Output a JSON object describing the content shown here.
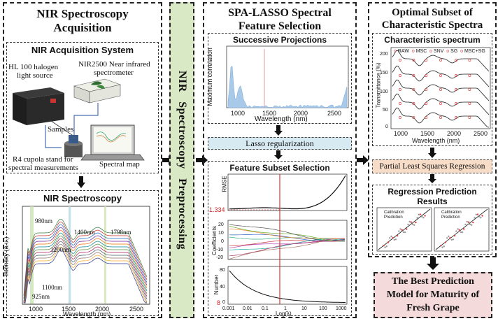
{
  "panel1": {
    "title_line1": "NIR Spectroscopy",
    "title_line2": "Acquisition",
    "system_title": "NIR Acquisition System",
    "halogen_label_1": "HL 100 halogen",
    "halogen_label_2": "light source",
    "nir2500_label_1": "NIR2500 Near infrared",
    "nir2500_label_2": "spectrometer",
    "samples_label": "Samples",
    "cupola_label_1": "R4 cupola stand for",
    "cupola_label_2": "spectral measurements",
    "spectral_map_label": "Spectral map",
    "spectroscopy_title": "NIR Spectroscopy",
    "peaks": [
      "980nm",
      "1400nm",
      "1798nm",
      "1200nm",
      "1100nm",
      "925nm"
    ],
    "xlabel": "Wavelength (nm)",
    "ylabel": "Intensity (a.u.)",
    "xticks": [
      "1000",
      "1500",
      "2000",
      "2500"
    ]
  },
  "middle_bar": {
    "line1": "NIR",
    "line2": "Spectroscopy",
    "line3": "Preprocessing"
  },
  "panel2": {
    "title_line1": "SPA-LASSO Spectral",
    "title_line2": "Feature Selection",
    "spa_title": "Successive Projections",
    "spa_ylabel": "Maximum correlation",
    "spa_xlabel": "Wavelength (nm)",
    "spa_xticks": [
      "1000",
      "1500",
      "2000",
      "2500"
    ],
    "lasso_label": "Lasso regularization",
    "fss_title": "Feature Subset Selection",
    "rmse_label": "RMSE",
    "rmse_value": "1.334",
    "coef_label": "Coefficients",
    "coef_ticks": [
      "20",
      "10",
      "0",
      "-10",
      "-20"
    ],
    "number_label": "Number",
    "number_ticks": [
      "80",
      "40",
      "0"
    ],
    "number_value": "8",
    "log_xticks": [
      "0.001",
      "0.01",
      "0.1",
      "1",
      "10",
      "100",
      "1000"
    ],
    "log_xlabel": "Log(λ)"
  },
  "panel3": {
    "title_line1": "Optimal Subset of",
    "title_line2": "Characteristic Spectra",
    "char_title": "Characteristic spectrum",
    "legend": [
      "RAW",
      "MSC",
      "SNV",
      "SG",
      "MSC+SG"
    ],
    "char_ylabel": "Transmittance (%)",
    "char_yticks": [
      "200",
      "150",
      "100",
      "50",
      "0"
    ],
    "char_xticks": [
      "1000",
      "1500",
      "2000",
      "2500"
    ],
    "char_xlabel": "Wavelength (nm)",
    "plsr_label": "Partial Least Squares Regression",
    "reg_title_1": "Regression Prediction",
    "reg_title_2": "Results",
    "calib_label": "Calibration",
    "pred_label": "Prediction",
    "best_line1": "The Best Prediction",
    "best_line2": "Model for Maturity of",
    "best_line3": "Fresh Grape"
  },
  "colors": {
    "green_bar": "#d9e8c5",
    "lasso_bg": "#d7eaf2",
    "plsr_bg": "#f7dcc7",
    "best_bg": "#f4dada",
    "red_line": "#cc2222"
  }
}
